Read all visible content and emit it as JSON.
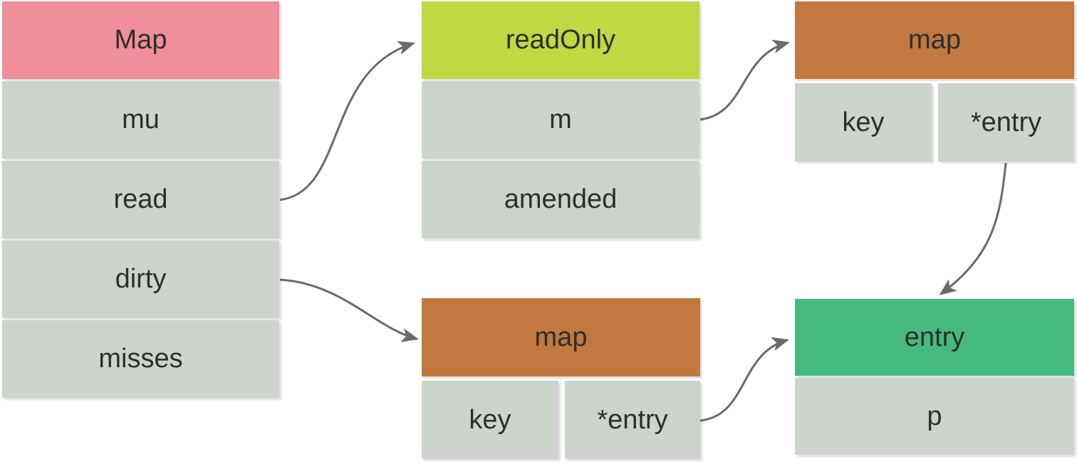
{
  "page": {
    "background": "#ffffff"
  },
  "colors": {
    "text": "#2e2e2e",
    "arrow": "#6a6a6a",
    "field_bg": "#cdd4cc",
    "map_struct_header": "#ee8f99",
    "readonly_header": "#bfd942",
    "hashmap_header": "#c1793f",
    "entry_header": "#46ba7d"
  },
  "nodes": {
    "map_struct": {
      "title": "Map",
      "fields": [
        "mu",
        "read",
        "dirty",
        "misses"
      ]
    },
    "readonly_struct": {
      "title": "readOnly",
      "fields": [
        "m",
        "amended"
      ]
    },
    "map_top": {
      "title": "map",
      "fields": [
        "key",
        "*entry"
      ]
    },
    "map_bottom": {
      "title": "map",
      "fields": [
        "key",
        "*entry"
      ]
    },
    "entry_struct": {
      "title": "entry",
      "fields": [
        "p"
      ]
    }
  },
  "edges": [
    {
      "from": "Map.read",
      "to": "readOnly"
    },
    {
      "from": "readOnly.m",
      "to": "map_top"
    },
    {
      "from": "map_top.*entry",
      "to": "entry"
    },
    {
      "from": "Map.dirty",
      "to": "map_bottom"
    },
    {
      "from": "map_bottom.*entry",
      "to": "entry"
    }
  ]
}
